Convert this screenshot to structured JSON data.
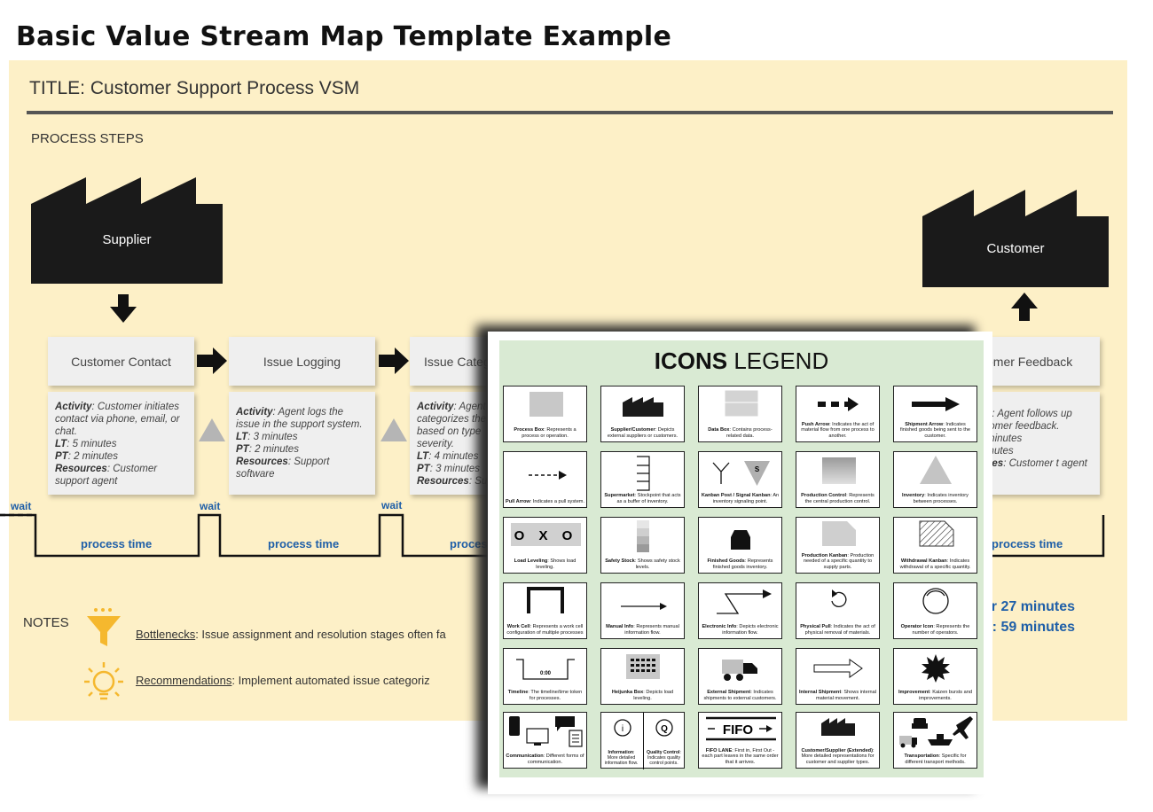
{
  "page": {
    "title": "Basic Value Stream Map Template Example"
  },
  "vsm": {
    "title": "TITLE: Customer Support Process VSM",
    "steps_label": "PROCESS STEPS",
    "supplier": "Supplier",
    "customer": "Customer",
    "processes": [
      {
        "name": "Customer Contact",
        "activity_label": "Activity",
        "activity": ": Customer initiates contact via phone, email, or chat.",
        "lt": ": 5 minutes",
        "pt": ": 2 minutes",
        "resources_label": "Resources",
        "resources": ": Customer support agent"
      },
      {
        "name": "Issue Logging",
        "activity_label": "Activity",
        "activity": ": Agent logs the issue in the support system.",
        "lt": ": 3 minutes",
        "pt": ": 2 minutes",
        "resources_label": "Resources",
        "resources": ": Support software"
      },
      {
        "name": "Issue Categ",
        "activity_label": "Activity",
        "activity": ": Agent categorizes the based on type severity.",
        "lt": ": 4 minutes",
        "pt": ": 3 minutes",
        "resources_label": "Resources",
        "resources": ": Sup"
      },
      {
        "name": "omer Feedback",
        "activity_label": "y",
        "activity": ": Agent follows up tomer feedback.",
        "lt": "minutes",
        "pt": "inutes",
        "resources_label": "ces",
        "resources": ": Customer t agent"
      }
    ],
    "lt_label": "LT",
    "pt_label": "PT",
    "wait_label": "wait",
    "process_time_label": "process time",
    "totals": {
      "lead_time": "ur 27 minutes",
      "process_time": "E: 59 minutes"
    },
    "notes": {
      "label": "NOTES",
      "bottlenecks_label": "Bottlenecks",
      "bottlenecks_text": ": Issue assignment and resolution stages often fa",
      "recommendations_label": "Recommendations",
      "recommendations_text": ":  Implement automated issue categoriz"
    }
  },
  "legend": {
    "title_bold": "ICONS",
    "title_rest": " LEGEND",
    "items": [
      {
        "name": "Process Box",
        "desc": ": Represents a process or operation."
      },
      {
        "name": "Supplier/Customer",
        "desc": ": Depicts external suppliers or customers."
      },
      {
        "name": "Data Box",
        "desc": ": Contains process-related data."
      },
      {
        "name": "Push Arrow",
        "desc": ": Indicates the act of material flow from one process to another."
      },
      {
        "name": "Shipment Arrow",
        "desc": ": Indicates finished goods being sent to the customer."
      },
      {
        "name": "Pull Arrow",
        "desc": ": Indicates a pull system."
      },
      {
        "name": "Supermarket",
        "desc": ": Stockpoint that acts as a buffer of inventory."
      },
      {
        "name": "Kanban Post / Signal Kanban",
        "desc": ": An inventory signaling point."
      },
      {
        "name": "Production Control",
        "desc": ": Represents the central production control."
      },
      {
        "name": "Inventory",
        "desc": ": Indicates inventory between processes."
      },
      {
        "name": "Load Leveling",
        "desc": ": Shows load leveling."
      },
      {
        "name": "Safety Stock",
        "desc": ": Shows safety stock levels."
      },
      {
        "name": "Finished Goods",
        "desc": ": Represents finished goods inventory."
      },
      {
        "name": "Production Kanban",
        "desc": ": Production needed of a specific quantity to supply parts."
      },
      {
        "name": "Withdrawal Kanban",
        "desc": ": Indicates withdrawal of a specific quantity."
      },
      {
        "name": "Work Cell",
        "desc": ": Represents a work cell configuration of multiple processes"
      },
      {
        "name": "Manual Info",
        "desc": ": Represents manual information flow."
      },
      {
        "name": "Electronic Info",
        "desc": ": Depicts electronic information flow."
      },
      {
        "name": "Physical Pull",
        "desc": ": Indicates the act of physical removal of materials."
      },
      {
        "name": "Operator Icon",
        "desc": ": Represents the number of operators."
      },
      {
        "name": "Timeline",
        "desc": ": The timeline/time token for processes."
      },
      {
        "name": "Heijunka Box",
        "desc": ": Depicts load leveling."
      },
      {
        "name": "External Shipment",
        "desc": ": Indicates shipments to external customers."
      },
      {
        "name": "Internal Shipment",
        "desc": ": Shows internal material movement."
      },
      {
        "name": "Improvement",
        "desc": ": Kaizen bursts and improvements."
      },
      {
        "name": "Communication",
        "desc": ": Different forms of communication."
      },
      {
        "name": "Information",
        "desc": ": More detailed information flow."
      },
      {
        "name": "FIFO LANE",
        "desc": ": First in, First Out - each part leaves in the same order that it arrives."
      },
      {
        "name": "Customer/Supplier (Extended)",
        "desc": ": More detailed representations for customer and supplier types."
      },
      {
        "name": "Transportation",
        "desc": ": Specific for different transport methods."
      }
    ],
    "quality_control": {
      "name": "Quality Control",
      "desc": ": Indicates quality control points."
    },
    "glyphs": {
      "load_leveling": "O X O",
      "timeline_value": "0:00",
      "fifo": "FIFO",
      "kanban_s": "S",
      "info_i": "i",
      "qc_q": "Q"
    }
  },
  "colors": {
    "canvas": "#fdf0c7",
    "accent_blue": "#1f5fa8",
    "legend_bg": "#d9ead3",
    "factory": "#1a1a1a"
  }
}
